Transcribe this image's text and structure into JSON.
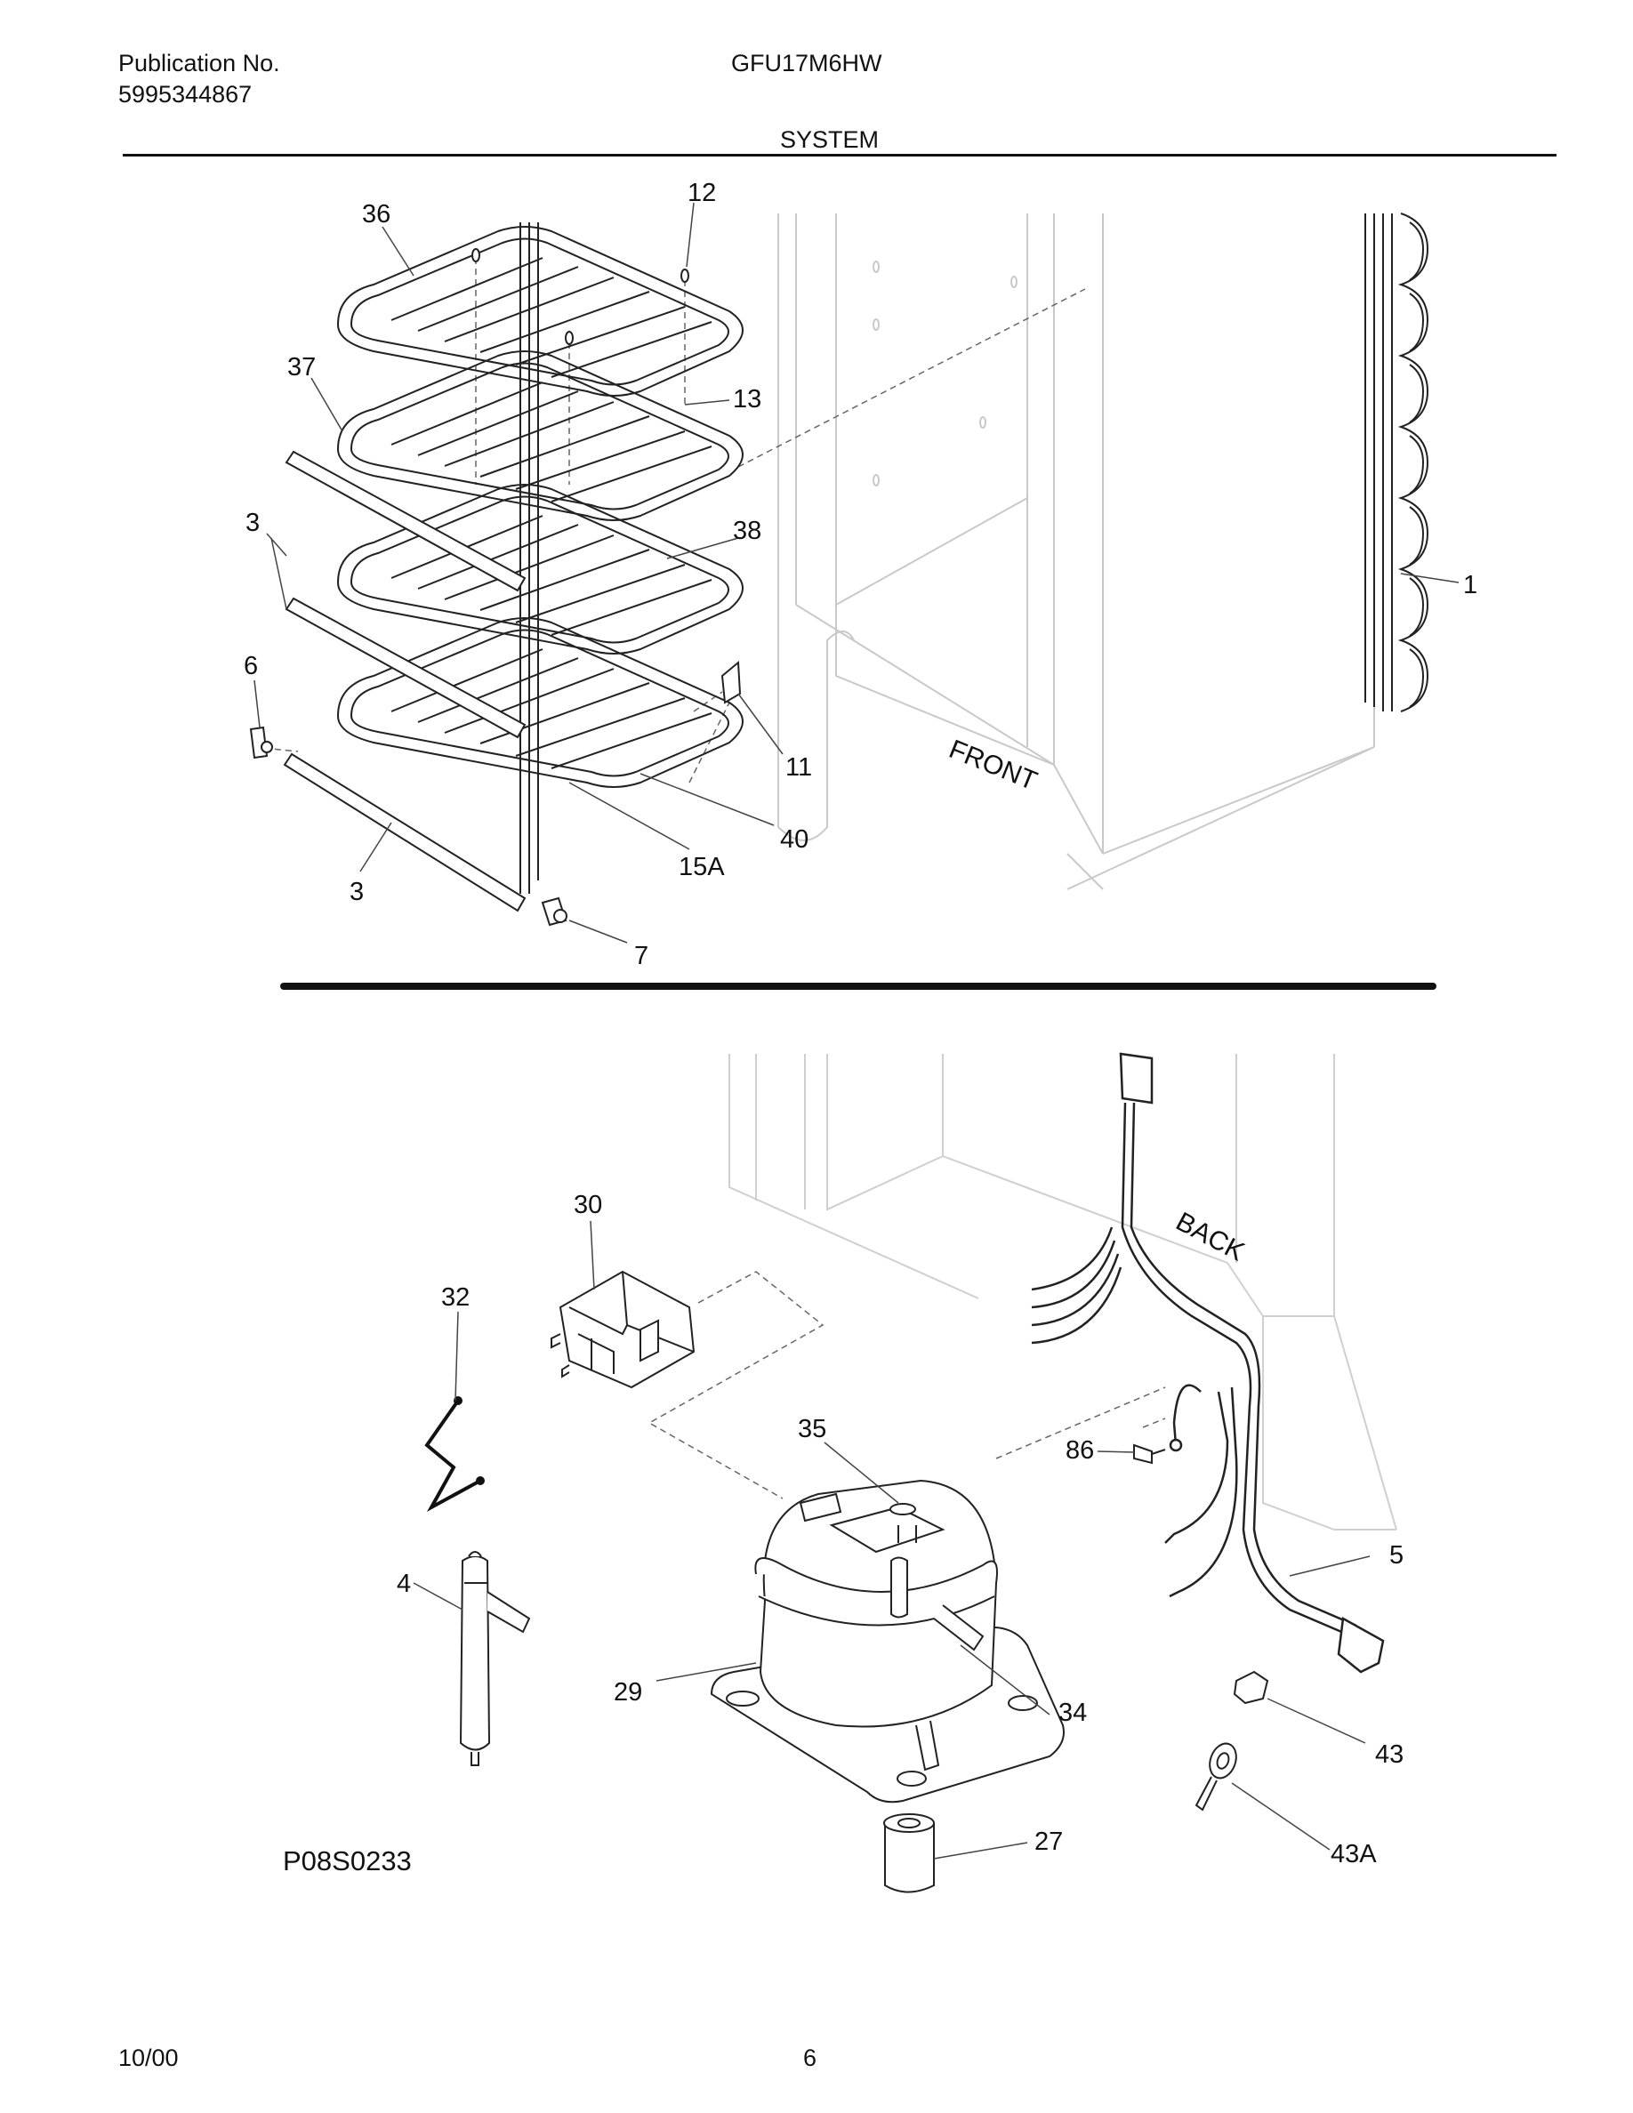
{
  "header": {
    "publication_label": "Publication No.",
    "publication_number": "5995344867",
    "model": "GFU17M6HW",
    "section_title": "SYSTEM"
  },
  "footer": {
    "date": "10/00",
    "page_number": "6"
  },
  "diagram_code": "P08S0233",
  "upper_view": {
    "orientation_label": "FRONT",
    "callouts": [
      "36",
      "12",
      "37",
      "13",
      "3",
      "38",
      "1",
      "6",
      "11",
      "40",
      "15A",
      "3",
      "7"
    ]
  },
  "lower_view": {
    "orientation_label": "BACK",
    "callouts": [
      "30",
      "32",
      "35",
      "86",
      "5",
      "4",
      "29",
      "34",
      "43",
      "27",
      "43A"
    ]
  }
}
